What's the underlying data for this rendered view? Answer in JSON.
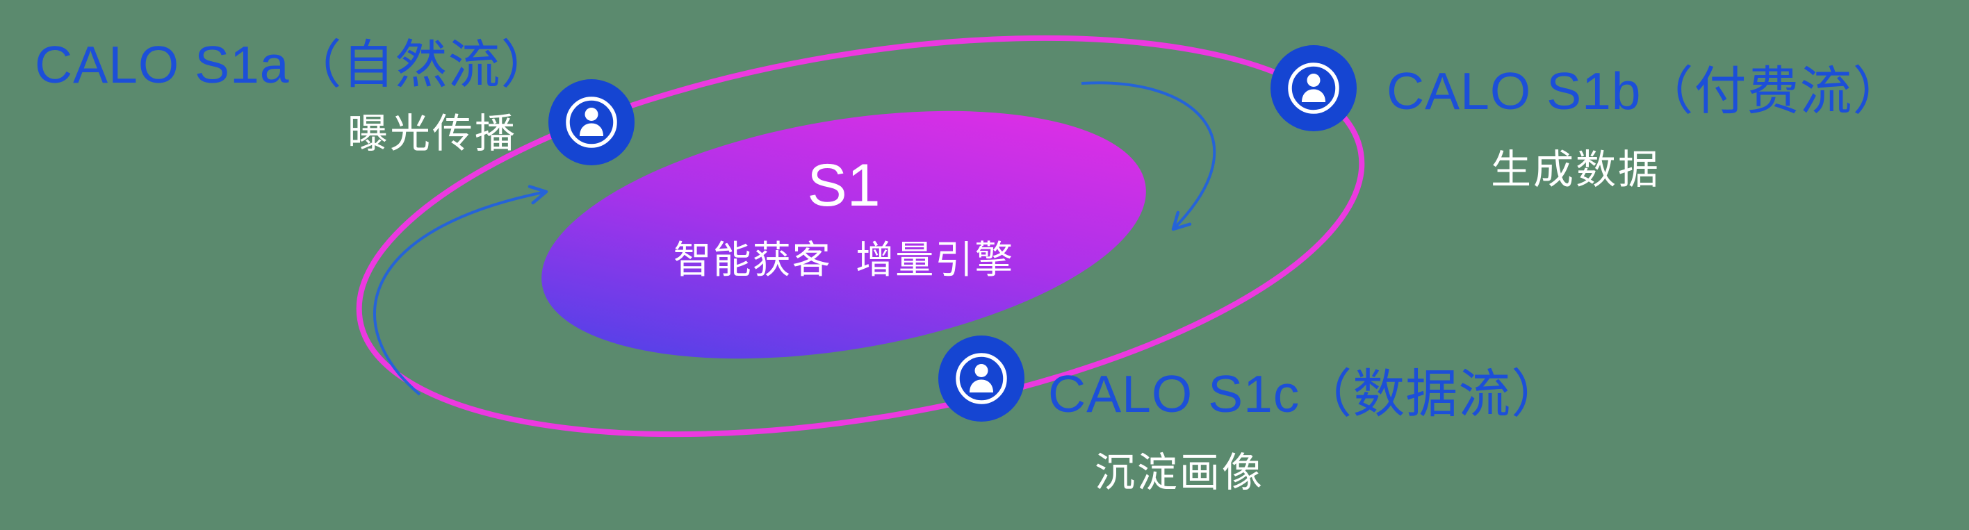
{
  "center": {
    "title": "S1",
    "subtitle": "智能获客  增量引擎"
  },
  "nodes": {
    "s1a": {
      "title": "CALO S1a（自然流）",
      "subtitle": "曝光传播"
    },
    "s1b": {
      "title": "CALO S1b（付费流）",
      "subtitle": "生成数据"
    },
    "s1c": {
      "title": "CALO S1c（数据流）",
      "subtitle": "沉淀画像"
    }
  },
  "icons": {
    "node_icon": "person-icon"
  },
  "colors": {
    "background_green": "#5b8a6e",
    "title_blue": "#1c4fd8",
    "subtitle_white": "#ffffff",
    "orbit_ring_magenta": "#ec39e0",
    "node_blue": "#1545d2",
    "arrow_blue": "#2563d8",
    "core_gradient_start": "#4a43e8",
    "core_gradient_end": "#e52ee4"
  }
}
